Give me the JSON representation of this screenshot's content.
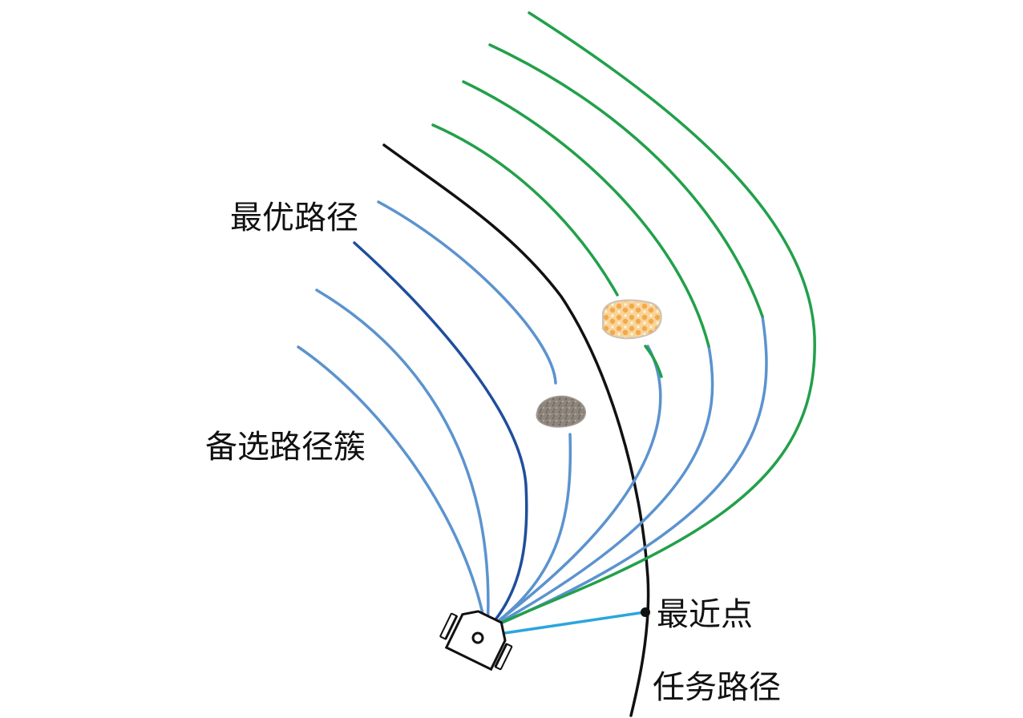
{
  "labels": {
    "optimal_path": "最优路径",
    "candidate_cluster": "备选路径簇",
    "nearest_point": "最近点",
    "task_path": "任务路径"
  },
  "colors": {
    "task_path": "#111111",
    "optimal_path": "#1f4e9c",
    "candidate_path": "#5b93cf",
    "blocked_path": "#22a04a",
    "nearest_link": "#2aa6dc",
    "obstacle_gray": "#8e857c",
    "obstacle_orange": "#f3a948"
  },
  "icons": [
    "robot-icon",
    "rock-obstacle-icon",
    "gravel-obstacle-icon"
  ]
}
